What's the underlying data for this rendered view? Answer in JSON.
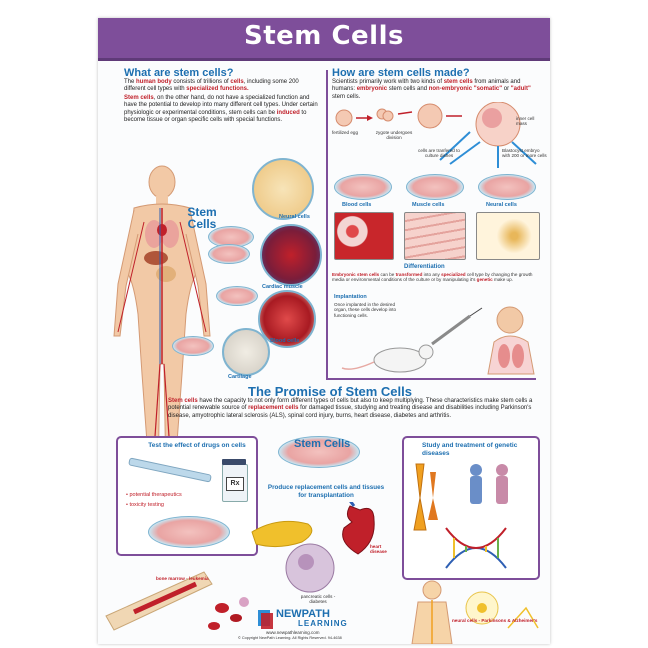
{
  "title": "Stem Cells",
  "what": {
    "heading": "What are stem cells?",
    "p1_a": "The ",
    "p1_b": "human body",
    "p1_c": " consists of trillions of ",
    "p1_d": "cells",
    "p1_e": ", including some 200 different cell types with ",
    "p1_f": "specialized functions.",
    "p2_a": "Stem cells",
    "p2_b": ", on the other hand, do not have a specialized function and have the potential to develop into many different cell types. Under certain physiologic or experimental conditions, stem cells can be ",
    "p2_c": "induced",
    "p2_d": " to become tissue or organ specific cells with special functions."
  },
  "body_label": "Stem Cells",
  "left_labels": {
    "neural": "Neural cells",
    "cardiac": "Cardiac muscle",
    "blood": "Blood cells",
    "cartilage": "Cartilage"
  },
  "how": {
    "heading": "How are stem cells made?",
    "intro_a": "Scientists primarily work with two kinds of ",
    "intro_b": "stem cells",
    "intro_c": " from animals and humans: ",
    "intro_d": "embryonic",
    "intro_e": " stem cells and ",
    "intro_f": "non-embryonic \"somatic\"",
    "intro_g": " or ",
    "intro_h": "\"adult\"",
    "intro_i": " stem cells.",
    "fertilized": "fertilized egg",
    "zygote": "zygote undergoes division",
    "inner": "inner cell mass",
    "transferred": "cells are tranfered to culture dishes",
    "blastocyst": "Blastocyst embryo with 200 or more cells",
    "dish_blood": "Blood cells",
    "dish_muscle": "Muscle cells",
    "dish_neural": "Neural cells",
    "diff_heading": "Differentiation",
    "diff_a": "Embryonic stem cells",
    "diff_b": " can be ",
    "diff_c": "transformed",
    "diff_d": " into any ",
    "diff_e": "specialized",
    "diff_f": " cell type by changing the growth media or environmental conditions of the culture or by manipulating it's ",
    "diff_g": "genetic",
    "diff_h": " make up.",
    "impl_heading": "Implantation",
    "impl_text": "Once implanted in the desired organ, these cells develop into functioning cells."
  },
  "promise": {
    "heading": "The Promise of Stem Cells",
    "a": "Stem cells",
    "b": " have the capacity to not only form different types of cells but also to keep multiplying. These characteristics make stem cells a potential renewable source of ",
    "c": "replacement cells",
    "d": " for damaged tissue, studying and treating disease and disabilities including Parkinson's disease, amyotrophic lateral sclerosis (ALS), spinal cord injury, burns, heart disease, diabetes and arthritis."
  },
  "drugs": {
    "title": "Test the effect of drugs on cells",
    "b1": "• potential therapeutics",
    "b2": "• toxicity testing",
    "rx": "Rx"
  },
  "center": {
    "label": "Stem Cells",
    "replace": "Produce replacement cells and tissues for transplantation",
    "heart": "heart disease",
    "pancreatic": "pancreatic cells - diabetes",
    "marrow": "bone marrow - leukemia"
  },
  "genetic": {
    "title": "Study and treatment of genetic diseases"
  },
  "neural_note": "neural cells - Parkinsons & Alzheimer's",
  "logo": {
    "line1": "NEWPATH",
    "line2": "LEARNING"
  },
  "footer": {
    "url": "www.newpathlearning.com",
    "copyright": "© Copyright NewPath Learning. All Rights Reserved.  94-4638"
  },
  "colors": {
    "purple": "#7e4e9a",
    "heading_blue": "#1d6fb0",
    "highlight_red": "#c0202a"
  }
}
